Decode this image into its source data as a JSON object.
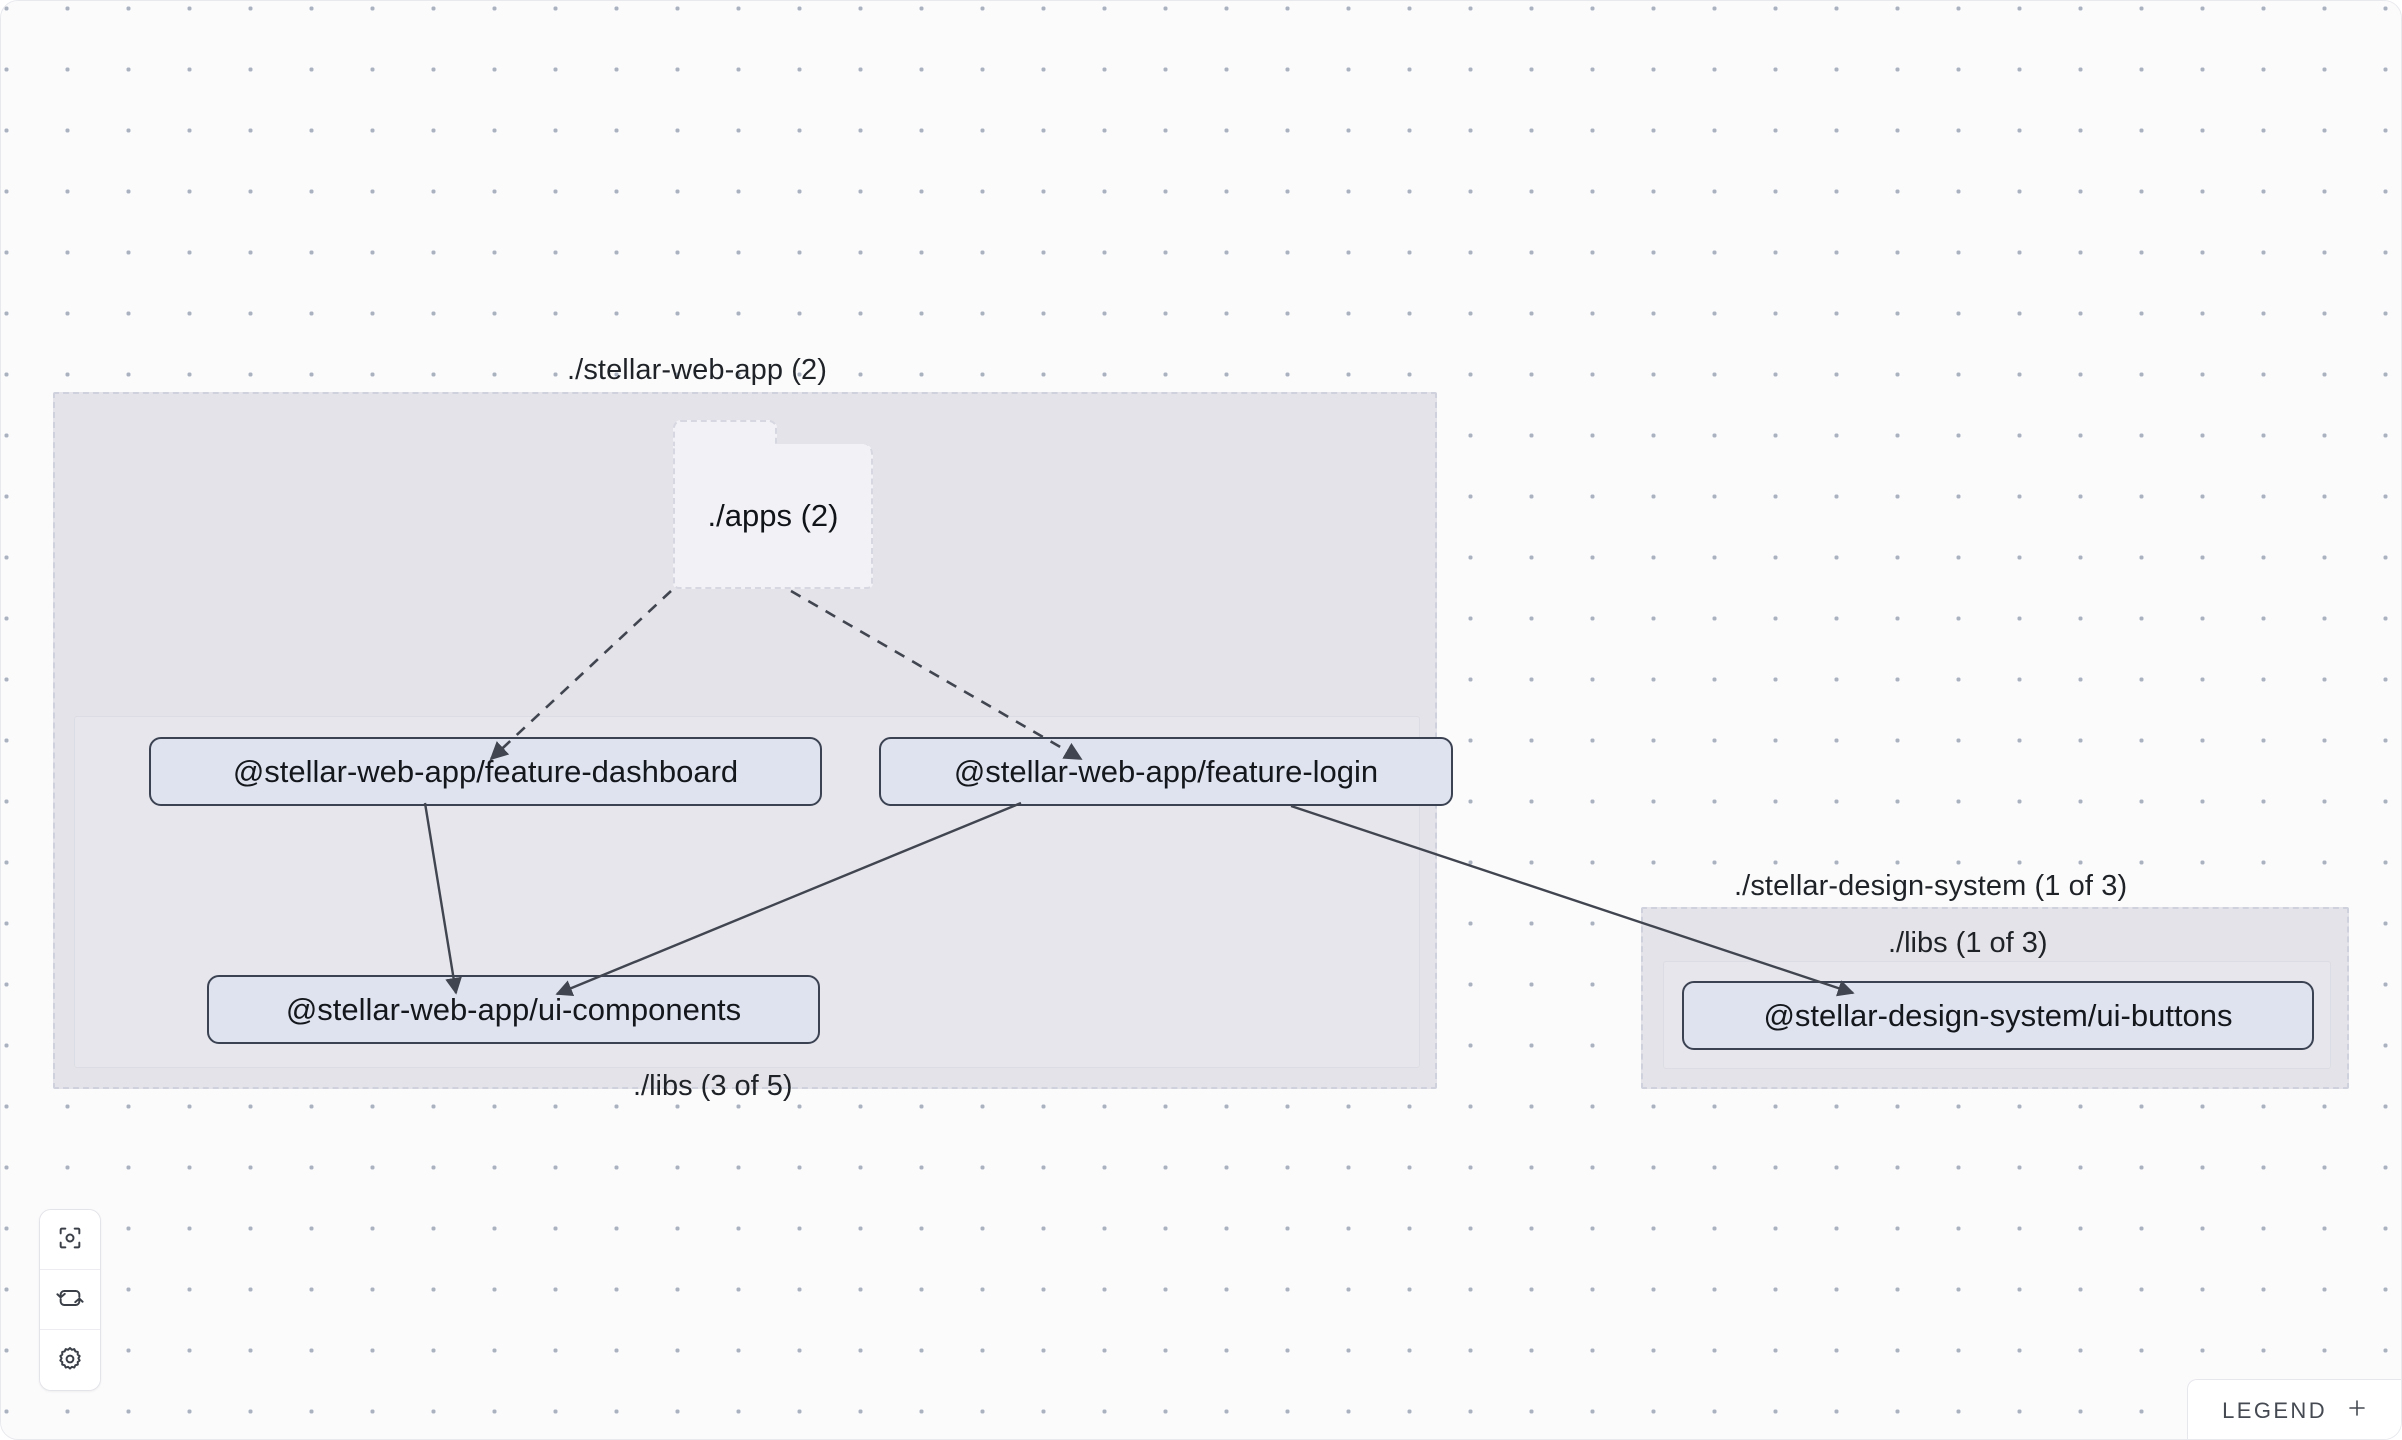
{
  "canvas": {
    "background_color": "#fbfbfc",
    "dot_color": "#aab2c0"
  },
  "projects": [
    {
      "id": "stellar-web-app",
      "title": "./stellar-web-app (2)",
      "folder": {
        "id": "apps",
        "label": "./apps (2)",
        "icon": "folder-icon"
      },
      "libs": {
        "title": "./libs (3 of 5)",
        "nodes": [
          {
            "id": "feature-dashboard",
            "label": "@stellar-web-app/feature-dashboard"
          },
          {
            "id": "feature-login",
            "label": "@stellar-web-app/feature-login"
          },
          {
            "id": "ui-components",
            "label": "@stellar-web-app/ui-components"
          }
        ]
      }
    },
    {
      "id": "stellar-design-system",
      "title": "./stellar-design-system (1 of 3)",
      "libs": {
        "title": "./libs (1 of 3)",
        "nodes": [
          {
            "id": "ui-buttons",
            "label": "@stellar-design-system/ui-buttons"
          }
        ]
      }
    }
  ],
  "edges": [
    {
      "from": "apps",
      "to": "feature-dashboard",
      "style": "dashed"
    },
    {
      "from": "apps",
      "to": "feature-login",
      "style": "dashed"
    },
    {
      "from": "feature-dashboard",
      "to": "ui-components",
      "style": "solid"
    },
    {
      "from": "feature-login",
      "to": "ui-components",
      "style": "solid"
    },
    {
      "from": "feature-login",
      "to": "ui-buttons",
      "style": "solid"
    }
  ],
  "controls": {
    "items": [
      {
        "id": "focus",
        "icon": "focus-target-icon",
        "title": "Focus graph"
      },
      {
        "id": "refresh",
        "icon": "refresh-icon",
        "title": "Refresh"
      },
      {
        "id": "settings",
        "icon": "gear-icon",
        "title": "Settings"
      }
    ]
  },
  "legend": {
    "label": "LEGEND",
    "expand_icon": "plus-icon"
  },
  "colors": {
    "node_fill": "#dfe3ef",
    "node_border": "#3b4252",
    "project_fill": "#e4e3ea",
    "libs_fill": "#e7e6ed",
    "folder_fill": "#f2f2f6",
    "edge": "#40454f"
  }
}
